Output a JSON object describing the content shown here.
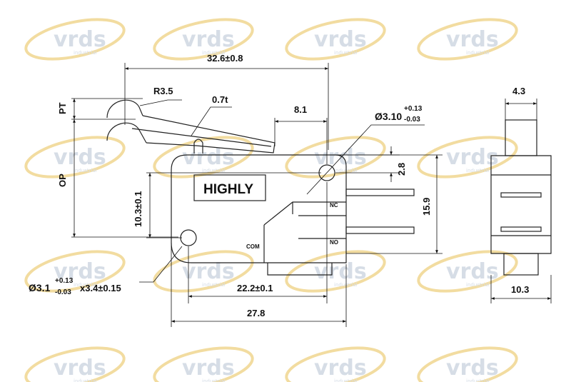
{
  "watermark": {
    "text": "vrds",
    "tagline": "industrial"
  },
  "brand_label": "HIGHLY",
  "terminals": {
    "nc": "NC",
    "no": "NO",
    "com": "COM"
  },
  "dims": {
    "overall_length": "32.6±0.8",
    "radius": "R3.5",
    "thickness": "0.7t",
    "pt": "PT",
    "op": "OP",
    "hole_offset": "8.1",
    "top_hole_dia": "Ø3.10",
    "top_hole_tol_plus": "+0.13",
    "top_hole_tol_minus": "-0.03",
    "hole_top": "2.8",
    "height": "15.9",
    "hole_spacing": "10.3±0.1",
    "bottom_hole_dia": "Ø3.1",
    "bottom_hole_tol_plus": "+0.13",
    "bottom_hole_tol_minus": "-0.03",
    "bottom_hole_slot": "x3.4±0.15",
    "body_mid": "22.2±0.1",
    "body_length": "27.8",
    "side_top_width": "4.3",
    "side_width": "10.3"
  },
  "colors": {
    "watermark_fill": "#d6dde6",
    "watermark_gold": "#f2dca0",
    "line": "#222222"
  }
}
